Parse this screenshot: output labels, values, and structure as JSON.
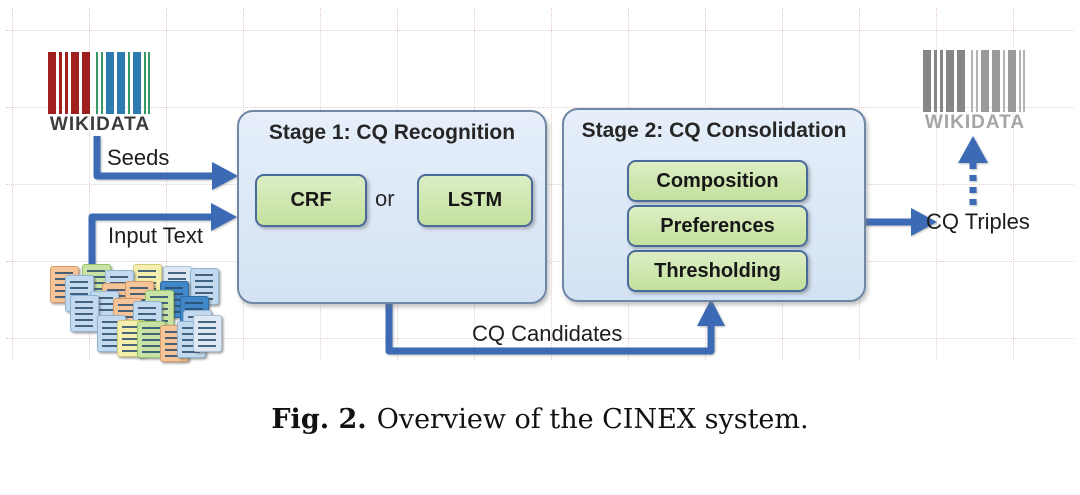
{
  "figure_caption": {
    "label": "Fig. 2.",
    "text": "Overview of the CINEX system."
  },
  "wikidata_input": {
    "name": "WIKIDATA"
  },
  "wikidata_output": {
    "name": "WIKIDATA"
  },
  "stage1": {
    "title": "Stage 1: CQ Recognition",
    "boxes": [
      "CRF",
      "LSTM"
    ],
    "separator": "or"
  },
  "stage2": {
    "title": "Stage 2: CQ Consolidation",
    "boxes": [
      "Composition",
      "Preferences",
      "Thresholding"
    ]
  },
  "edges": {
    "seeds": "Seeds",
    "input_text": "Input Text",
    "cq_candidates": "CQ Candidates",
    "cq_triples": "CQ Triples"
  },
  "icons": {
    "wikidata_input_logo": "wikidata-barcode-logo",
    "wikidata_output_logo": "wikidata-barcode-logo-gray",
    "documents_pile": "documents-pile-icon",
    "upload_arrow": "dotted-up-arrow-icon"
  },
  "colors": {
    "arrow_blue": "#3c6ab5",
    "stage_border": "#6e87a5",
    "module_border": "#4a6b9a",
    "doc_line": "#2b4d6f",
    "wikidata_red": "#a02020",
    "wikidata_green": "#339966",
    "wikidata_blue": "#2c7cb0",
    "wikidata_gray_dark": "#868686",
    "wikidata_gray_mid": "#9a9a9a",
    "wikidata_gray_light": "#b4b4b4"
  }
}
